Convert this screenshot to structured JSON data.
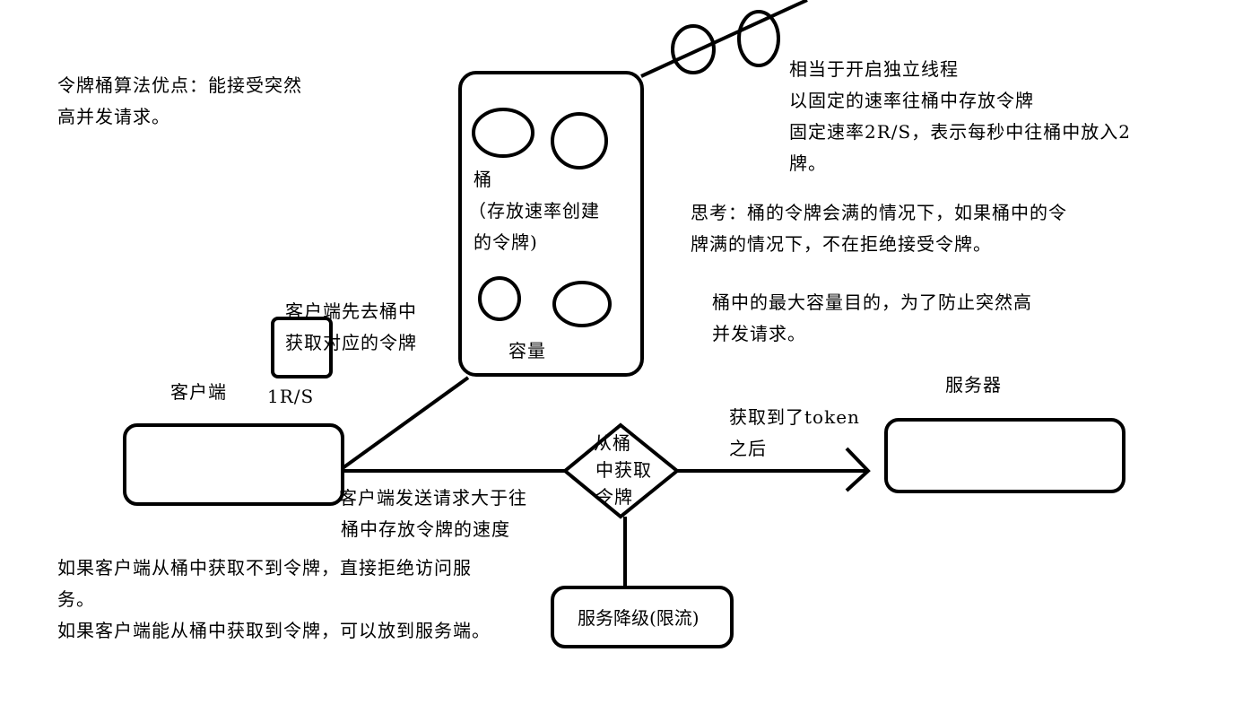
{
  "advantage_note": [
    "令牌桶算法优点：能接受突然",
    "高并发请求。"
  ],
  "bucket": {
    "label": "桶",
    "sub": [
      "（存放速率创建",
      "的令牌)"
    ],
    "capacity": "容量"
  },
  "thread_note": [
    "相当于开启独立线程",
    "以固定的速率往桶中存放令牌",
    "固定速率2R/S，表示每秒中往桶中放入2",
    "牌。"
  ],
  "thinking_note": [
    "思考：桶的令牌会满的情况下，如果桶中的令",
    "牌满的情况下，不在拒绝接受令牌。"
  ],
  "capacity_note": [
    "桶中的最大容量目的，为了防止突然高",
    "并发请求。"
  ],
  "client_fetch_note": [
    "客户端先去桶中",
    "获取对应的令牌"
  ],
  "rate_label": "1R/S",
  "client_label": "客户端",
  "server_label": "服务器",
  "decision_text": [
    "从桶",
    "中获取",
    "令牌"
  ],
  "token_note": [
    "获取到了token",
    "之后"
  ],
  "client_rate_note": [
    "客户端发送请求大于往",
    "桶中存放令牌的速度"
  ],
  "result_note": [
    "如果客户端从桶中获取不到令牌，直接拒绝访问服",
    "务。",
    "如果客户端能从桶中获取到令牌，可以放到服务端。"
  ],
  "degrade_label": "服务降级(限流)"
}
